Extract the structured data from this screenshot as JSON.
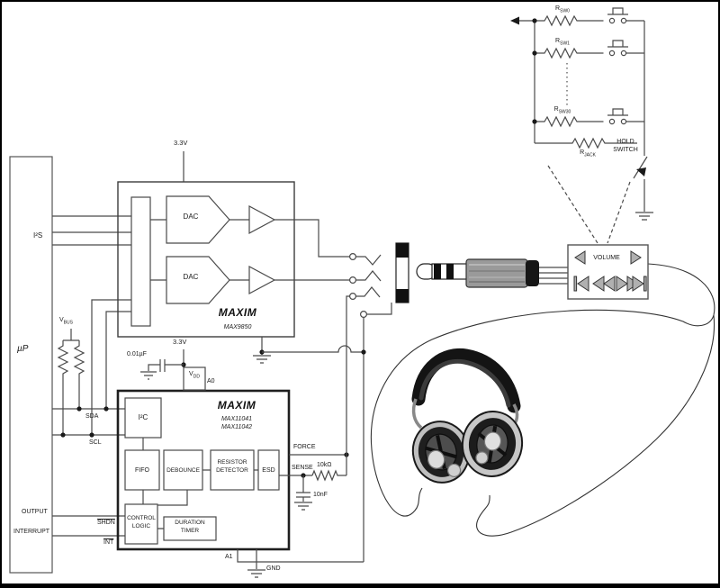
{
  "remote_network": {
    "r_sw0": {
      "base": "R",
      "sub": "SW0"
    },
    "r_sw1": {
      "base": "R",
      "sub": "SW1"
    },
    "r_sw30": {
      "base": "R",
      "sub": "SW30"
    },
    "r_jack": {
      "base": "R",
      "sub": "JACK"
    },
    "hold_switch": {
      "line1": "HOLD",
      "line2": "SWITCH"
    }
  },
  "micro": {
    "name": "µP",
    "pins": {
      "i2s": "I²S",
      "output": "OUTPUT",
      "interrupt": "INTERRUPT"
    }
  },
  "bus": {
    "vbus": {
      "base": "V",
      "sub": "BUS"
    },
    "sda": "SDA",
    "scl": "SCL",
    "shdn": "SHDN",
    "int": "INT"
  },
  "max9850": {
    "logo": "MAXIM",
    "part": "MAX9850",
    "supply": "3.3V",
    "dac1": "DAC",
    "dac2": "DAC"
  },
  "max11041": {
    "logo": "MAXIM",
    "part1": "MAX11041",
    "part2": "MAX11042",
    "supply": "3.3V",
    "vdd": {
      "base": "V",
      "sub": "DD"
    },
    "a0": "A0",
    "i2c": "I²C",
    "fifo": "FIFO",
    "debounce": "DEBOUNCE",
    "resistor_detector": {
      "line1": "RESISTOR",
      "line2": "DETECTOR"
    },
    "esd": "ESD",
    "control_logic": {
      "line1": "CONTROL",
      "line2": "LOGIC"
    },
    "duration_timer": {
      "line1": "DURATION",
      "line2": "TIMER"
    },
    "a1": "A1",
    "gnd": "GND"
  },
  "passives": {
    "bypass_cap": "0.01µF",
    "sense_cap": "10nF",
    "sense_res": "10kΩ"
  },
  "detector_pins": {
    "force": "FORCE",
    "sense": "SENSE"
  },
  "volume_control": {
    "label": "VOLUME"
  },
  "colors": {
    "wire": "#4a4a4a",
    "chip": "#1f1f1f",
    "arrow_fill": "#b0b0b0"
  }
}
